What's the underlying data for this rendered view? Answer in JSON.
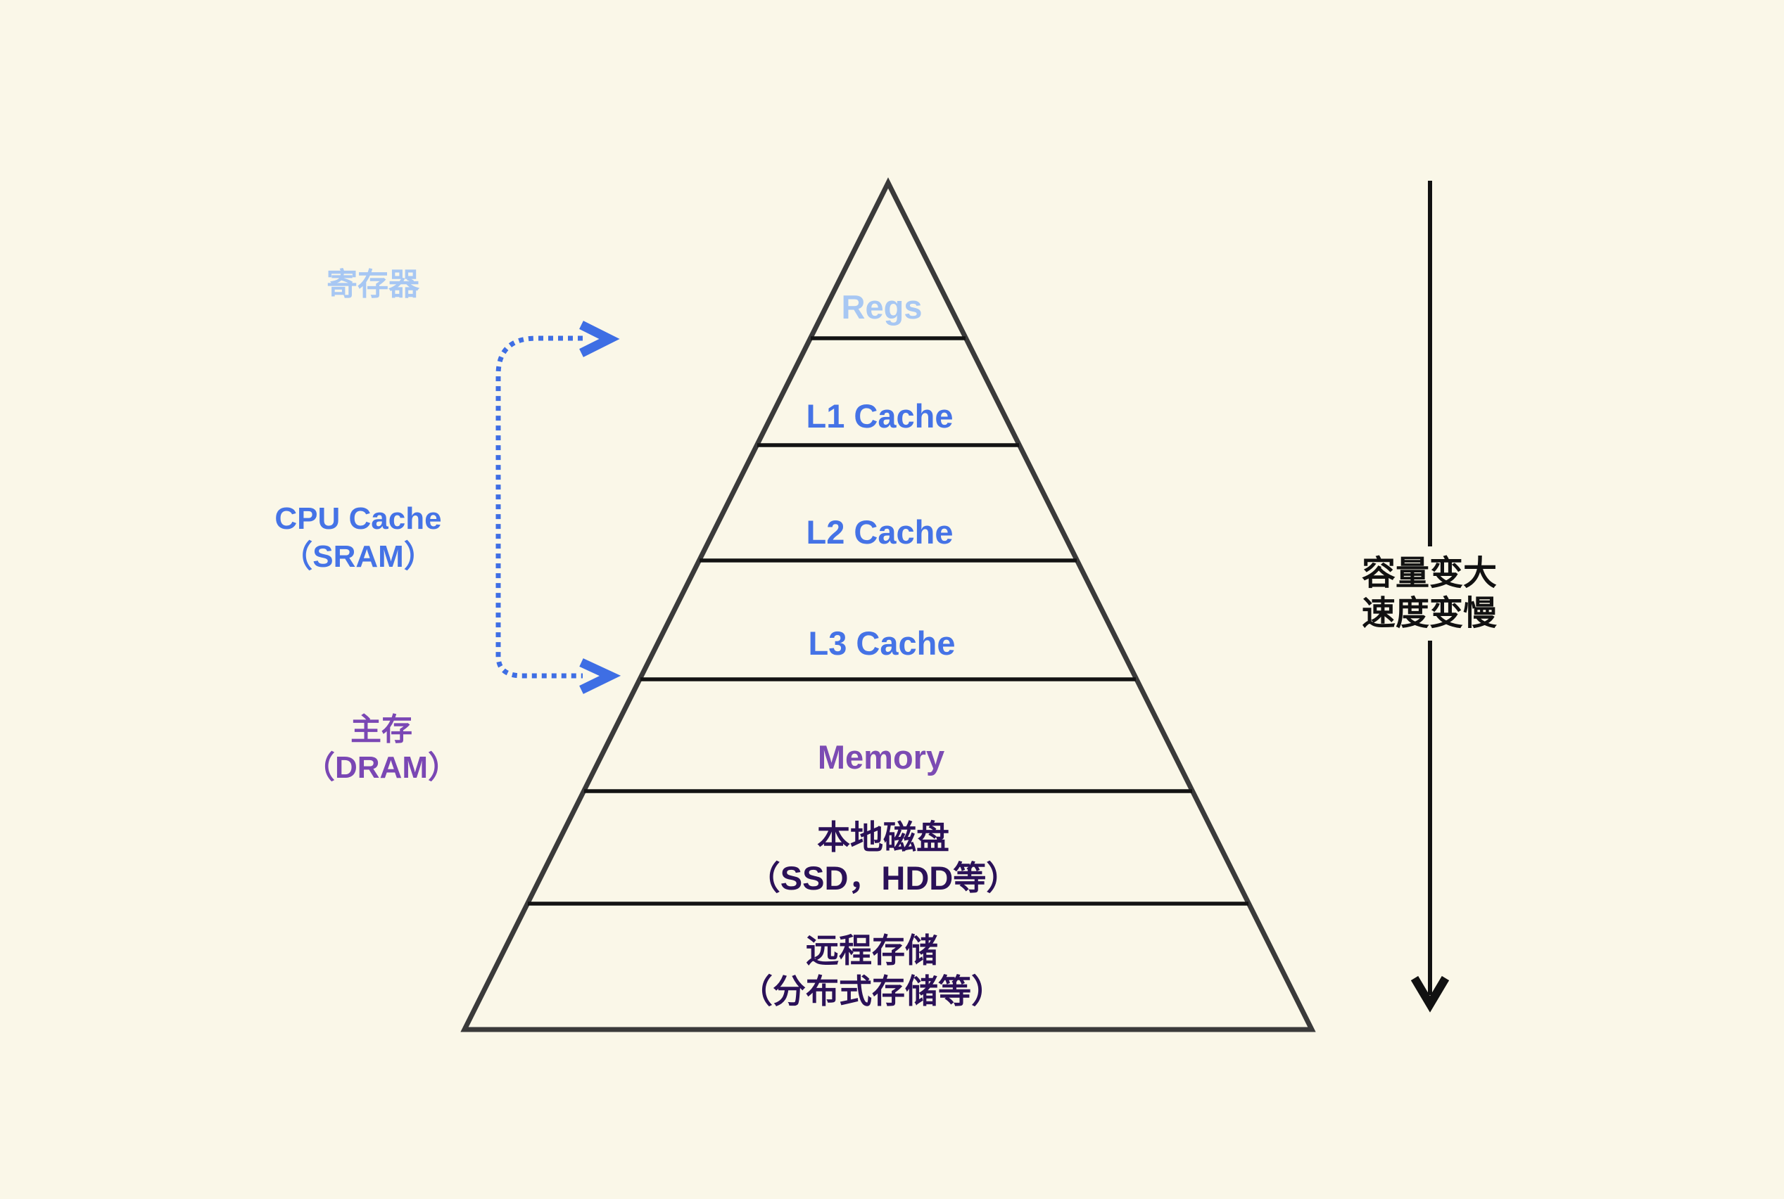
{
  "canvas": {
    "background": "#FAF7E8"
  },
  "pyramid": {
    "outline_color": "#3A3A3A",
    "divider_color": "#131313",
    "layers": [
      {
        "id": "registers",
        "lines": [
          "Regs"
        ],
        "text_color": "#A7C7F3"
      },
      {
        "id": "l1-cache",
        "lines": [
          "L1 Cache"
        ],
        "text_color": "#4573E6"
      },
      {
        "id": "l2-cache",
        "lines": [
          "L2 Cache"
        ],
        "text_color": "#4573E6"
      },
      {
        "id": "l3-cache",
        "lines": [
          "L3 Cache"
        ],
        "text_color": "#4573E6"
      },
      {
        "id": "memory",
        "lines": [
          "Memory"
        ],
        "text_color": "#7C4BB3"
      },
      {
        "id": "local-disk",
        "lines": [
          "本地磁盘",
          "（SSD，HDD等）"
        ],
        "text_color": "#2B1158"
      },
      {
        "id": "remote-storage",
        "lines": [
          "远程存储",
          "（分布式存储等）"
        ],
        "text_color": "#2B1158"
      }
    ]
  },
  "annotations": {
    "registers": {
      "lines": [
        "寄存器"
      ],
      "color": "#A7C7F3"
    },
    "cpu_cache": {
      "lines": [
        "CPU Cache",
        "（SRAM）"
      ],
      "color": "#4573E6"
    },
    "main_memory": {
      "lines": [
        "主存",
        "（DRAM）"
      ],
      "color": "#7A47B4"
    },
    "capacity_speed": {
      "lines": [
        "容量变大",
        "速度变慢"
      ],
      "color": "#111111"
    },
    "bracket_color": "#3E6EE4",
    "capacity_arrow_color": "#111111"
  }
}
